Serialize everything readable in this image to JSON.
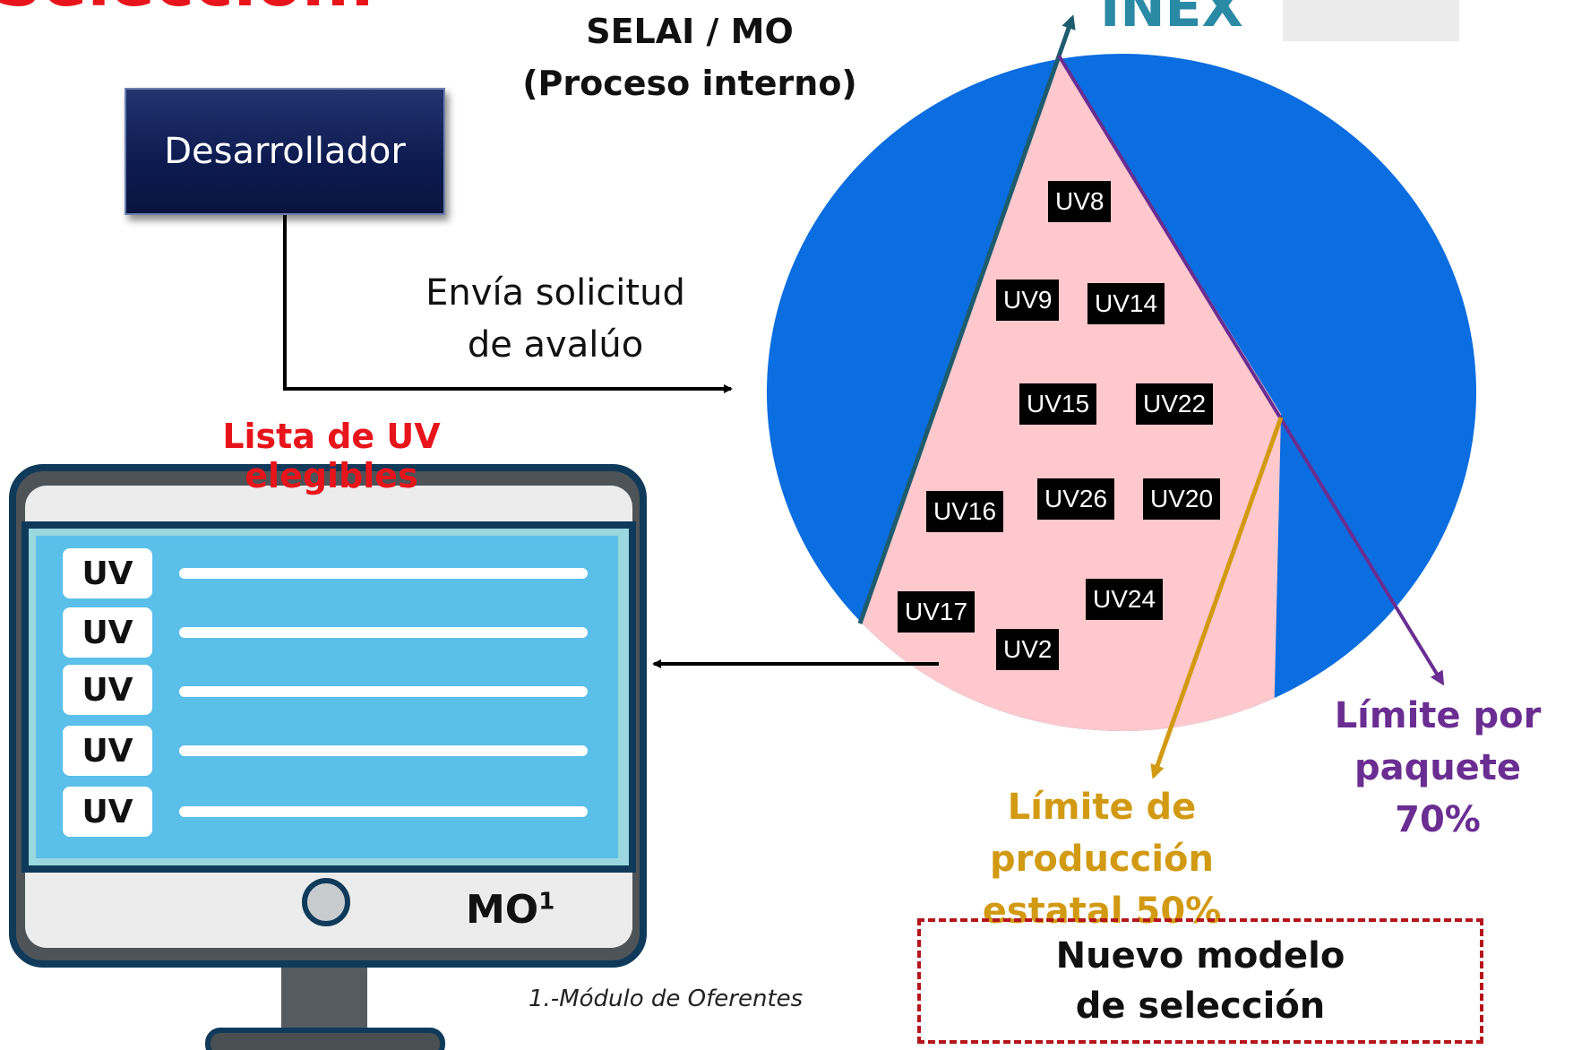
{
  "title_cut": "Selección:",
  "header": {
    "selai_line1": "SELAI / MO",
    "selai_line2": "(Proceso interno)",
    "inex": "INEX"
  },
  "developer": {
    "label": "Desarrollador"
  },
  "request": {
    "line1": "Envía solicitud",
    "line2": "de avalúo"
  },
  "list_title": "Lista de UV elegibles",
  "monitor": {
    "rows": [
      "UV",
      "UV",
      "UV",
      "UV",
      "UV"
    ],
    "label": "MO",
    "label_sup": "1"
  },
  "footnote": "1.-Módulo de Oferentes",
  "units": [
    "UV8",
    "UV9",
    "UV14",
    "UV15",
    "UV22",
    "UV16",
    "UV26",
    "UV20",
    "UV17",
    "UV24",
    "UV2"
  ],
  "limits": {
    "package_line1": "Límite por",
    "package_line2": "paquete 70%",
    "production_line1": "Límite de producción",
    "production_line2": "estatal 50%"
  },
  "new_model": {
    "line1": "Nuevo modelo",
    "line2": "de selección"
  },
  "colors": {
    "circle": "#0a6de0",
    "slice": "#ffc8cc",
    "teal_line": "#1d5c6e",
    "purple": "#6a2d91",
    "gold": "#d29a12",
    "red": "#e8141b",
    "dashed": "#b5151b"
  }
}
